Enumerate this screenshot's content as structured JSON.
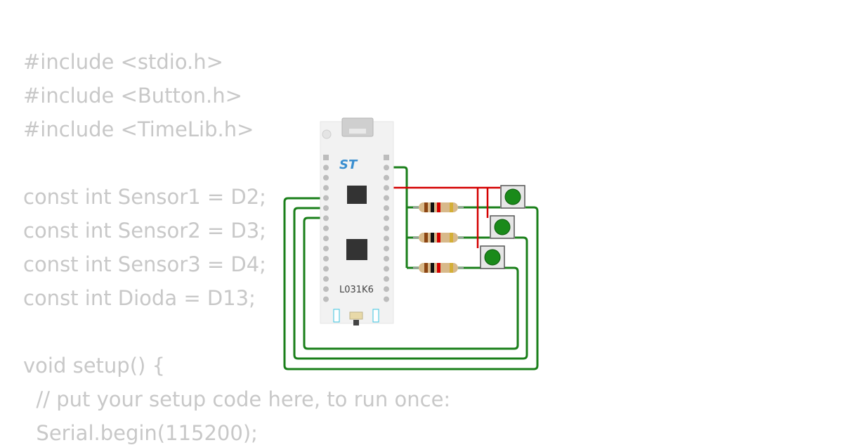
{
  "code": {
    "lines": [
      "#include <stdio.h>",
      "#include <Button.h>",
      "#include <TimeLib.h>",
      "",
      "const int Sensor1 = D2;",
      "const int Sensor2 = D3;",
      "const int Sensor3 = D4;",
      "const int Dioda = D13;",
      "",
      "void setup() {",
      "  // put your setup code here, to run once:",
      "  Serial.begin(115200);"
    ]
  },
  "board": {
    "label": "L031K6",
    "logo": "ST",
    "color": "#f2f2f2"
  },
  "components": {
    "resistors": 3,
    "buttons": 3
  },
  "colors": {
    "wire_green": "#1a7f1a",
    "wire_red": "#d40000",
    "button_green": "#1a8a1a",
    "code_text": "#c8c8c8"
  }
}
